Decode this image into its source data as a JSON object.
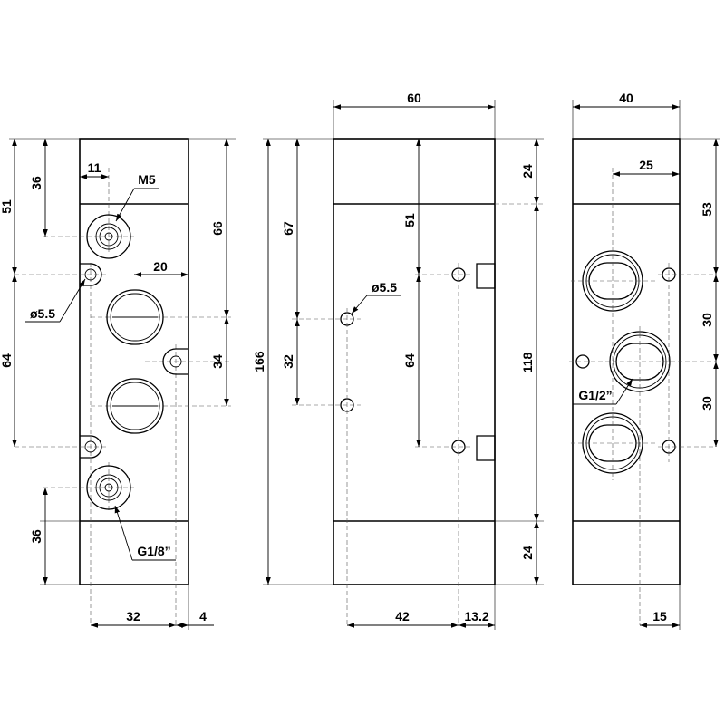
{
  "dimensions": {
    "front_width": "60",
    "side_width": "40",
    "front_top_block": "24",
    "front_bottom_block": "24",
    "front_mid_height": "118",
    "front_inner_51": "51",
    "front_inner_64": "64",
    "front_hole_dia": "ø5.5",
    "front_hole_top_offset": "67",
    "front_hole_spacing": "32",
    "overall_height": "166",
    "front_bottom_42": "42",
    "front_bottom_13_2": "13.2",
    "left_51": "51",
    "left_36_top": "36",
    "left_11": "11",
    "left_thread_m5": "M5",
    "left_hole_dia": "ø5.5",
    "left_64": "64",
    "left_20": "20",
    "left_66": "66",
    "left_34": "34",
    "left_36_bottom": "36",
    "left_thread_g18": "G1/8”",
    "left_bottom_32": "32",
    "left_bottom_4": "4",
    "side_25": "25",
    "side_53": "53",
    "side_30_top": "30",
    "side_30_bottom": "30",
    "side_thread_g12": "G1/2”",
    "side_bottom_15": "15"
  }
}
